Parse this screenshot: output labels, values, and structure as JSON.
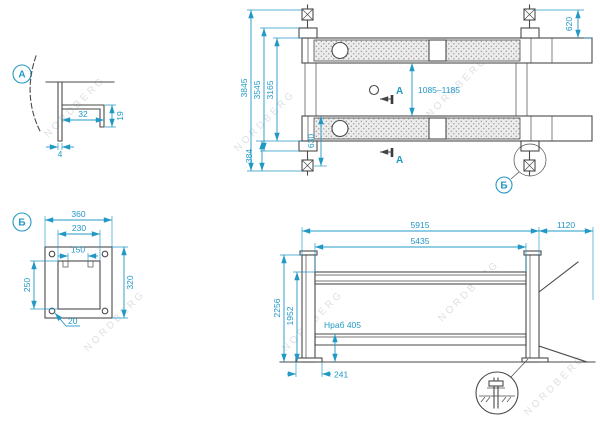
{
  "brand_watermark": "NORDBERG",
  "colors": {
    "dimension_accent": "#2298c5",
    "drawing_line": "#4a4a4a"
  },
  "detail_a": {
    "label": "А",
    "dim_32": "32",
    "dim_19": "19",
    "dim_4": "4"
  },
  "detail_b": {
    "label": "Б",
    "dim_360": "360",
    "dim_230": "230",
    "dim_150": "150",
    "dim_250": "250",
    "dim_320": "320",
    "dim_20": "20"
  },
  "top_view": {
    "dim_620": "620",
    "dim_3845": "3845",
    "dim_3545": "3545",
    "dim_3165": "3165",
    "dim_384": "384",
    "dim_630": "630",
    "dim_range": "1085–1185",
    "section_label": "А",
    "detail_label": "Б"
  },
  "side_view": {
    "dim_5915": "5915",
    "dim_1120": "1120",
    "dim_5435": "5435",
    "dim_2256": "2256",
    "dim_1952": "1952",
    "dim_hrab": "Нраб 405",
    "dim_241": "241"
  }
}
